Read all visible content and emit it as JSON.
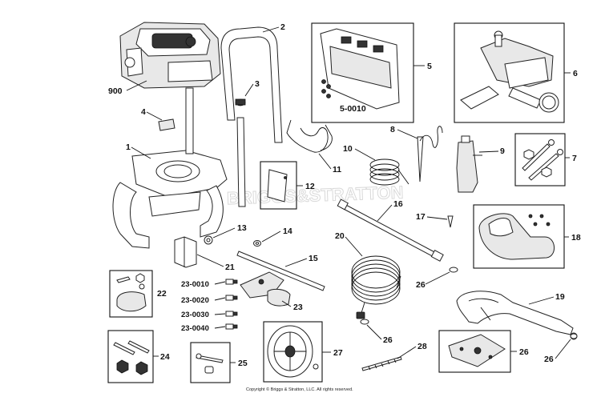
{
  "callouts": {
    "c900": "900",
    "c1": "1",
    "c2": "2",
    "c3": "3",
    "c4": "4",
    "c5": "5",
    "c5_0010": "5-0010",
    "c6": "6",
    "c7": "7",
    "c8": "8",
    "c9": "9",
    "c10": "10",
    "c11": "11",
    "c12": "12",
    "c13": "13",
    "c14": "14",
    "c15": "15",
    "c16": "16",
    "c17": "17",
    "c18": "18",
    "c19": "19",
    "c20": "20",
    "c21": "21",
    "c22": "22",
    "c23": "23",
    "c23_0010": "23-0010",
    "c23_0020": "23-0020",
    "c23_0030": "23-0030",
    "c23_0040": "23-0040",
    "c24": "24",
    "c25": "25",
    "c26a": "26",
    "c26b": "26",
    "c26c": "26",
    "c26d": "26",
    "c27": "27",
    "c28": "28"
  },
  "watermark": "BRIGGS&STRATTON",
  "copyright": "Copyright © Briggs & Stratton, LLC. All rights reserved.",
  "icons": {
    "engine": "engine-icon",
    "pump": "pump-icon",
    "wheel": "wheel-icon",
    "spray_gun": "spray-gun-icon",
    "hose": "hose-icon"
  }
}
